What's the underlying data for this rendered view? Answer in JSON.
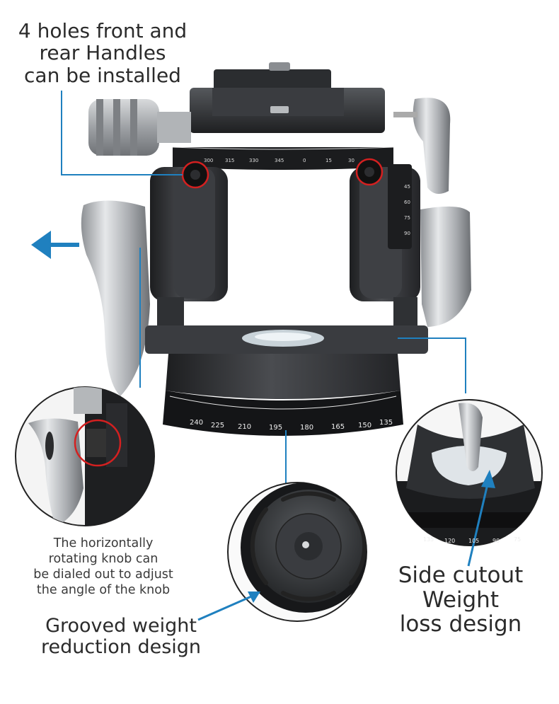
{
  "annotations": {
    "handles": {
      "lines": [
        "4 holes front and",
        "rear Handles",
        "can be installed"
      ]
    },
    "knob": {
      "lines": [
        "The horizontally",
        "rotating knob can",
        "be dialed out to adjust",
        "the angle of the knob"
      ]
    },
    "grooved": {
      "lines": [
        "Grooved weight",
        "reduction design"
      ]
    },
    "cutout": {
      "lines": [
        "Side cutout",
        "Weight",
        "loss design"
      ]
    }
  },
  "scales": {
    "top_dial": [
      "300",
      "315",
      "330",
      "345",
      "0",
      "15",
      "30"
    ],
    "side_dial": [
      "45",
      "60",
      "75",
      "90"
    ],
    "base_dial": [
      "240",
      "225",
      "210",
      "195",
      "180",
      "165",
      "150",
      "135"
    ],
    "inset_dial": [
      "135",
      "120",
      "105",
      "90",
      "75"
    ]
  },
  "colors": {
    "accent_blue": "#1f80bf",
    "highlight_red": "#d42020",
    "metal_dark": "#2f3134",
    "metal_silver": "#b9bcbf"
  },
  "icons": [
    "arrow-left-icon",
    "pointer-arrow-icon"
  ]
}
